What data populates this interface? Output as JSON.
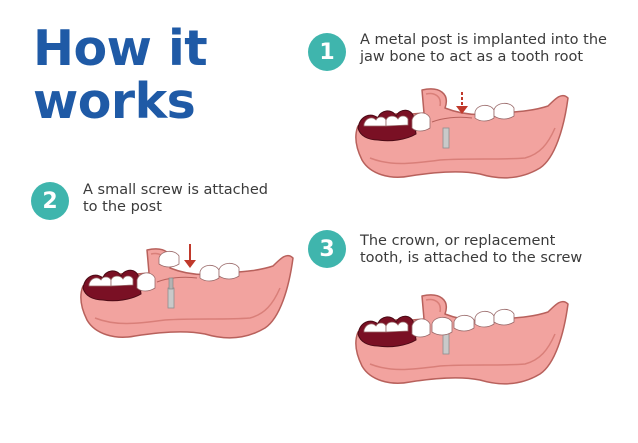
{
  "title": {
    "line1": "How it",
    "line2": "works"
  },
  "steps": [
    {
      "number": "1",
      "line1": "A metal post is implanted into the",
      "line2": "jaw bone to act as a tooth root",
      "illustration": "jaw-implant-post"
    },
    {
      "number": "2",
      "line1": "A small screw is attached",
      "line2": "to the post",
      "illustration": "jaw-implant-screw"
    },
    {
      "number": "3",
      "line1": "The crown, or replacement",
      "line2": "tooth, is attached to the screw",
      "illustration": "jaw-implant-crown"
    }
  ],
  "colors": {
    "title": "#1f5aa6",
    "badge": "#3fb5ad",
    "gum": "#f2a39f",
    "gum_dark": "#e88c87",
    "tooth": "#ffffff",
    "molar_dark": "#7a1024",
    "arrow": "#c0392b",
    "post": "#c9c9c9"
  }
}
